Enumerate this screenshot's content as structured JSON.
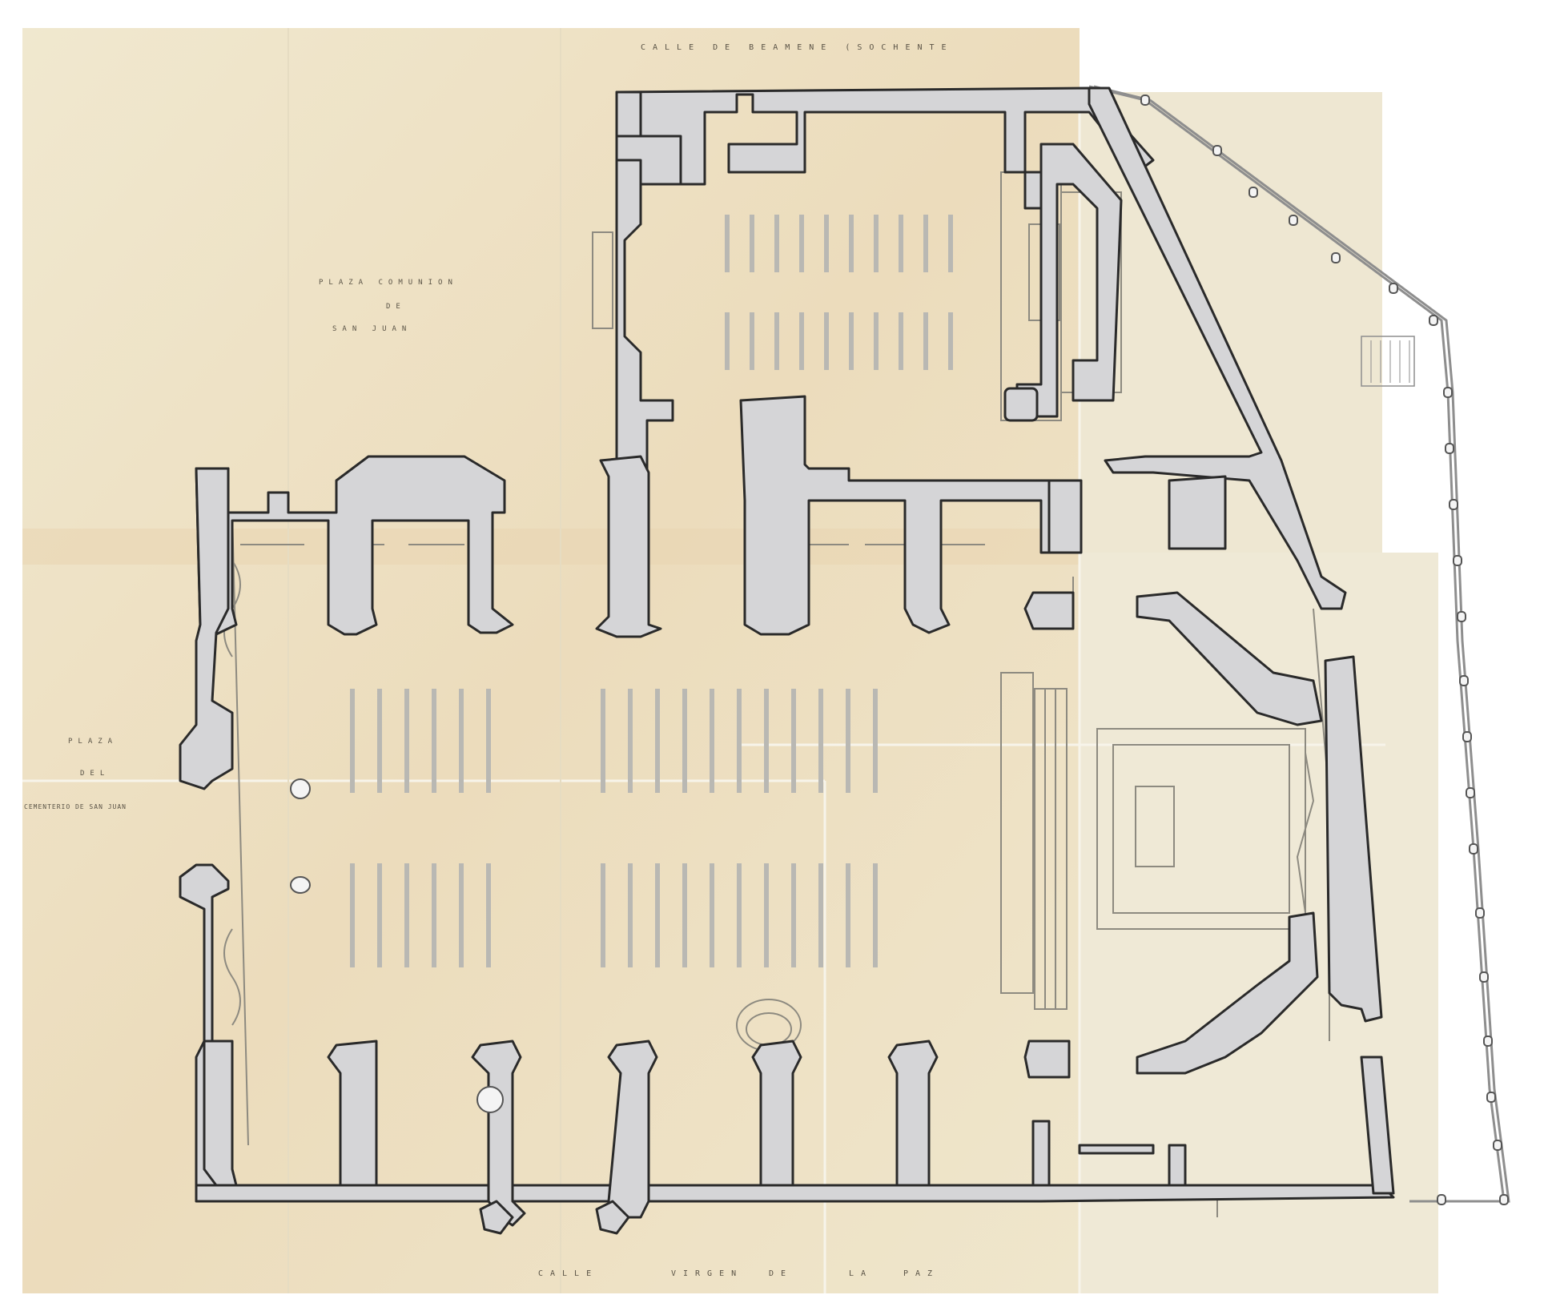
{
  "diagram": {
    "labels": {
      "top_street": "CALLE DE BEAMENE (SOCHENTE",
      "bottom_street_1": "CALLE",
      "bottom_street_2": "VIRGEN",
      "bottom_street_3": "DE",
      "bottom_street_4": "LA",
      "bottom_street_5": "PAZ",
      "plaza_north_1": "PLAZA COMUNION",
      "plaza_north_2": "DE",
      "plaza_north_3": "SAN JUAN",
      "plaza_west_1": "PLAZA",
      "plaza_west_2": "DEL",
      "plaza_west_3": "CEMENTERIO DE SAN JUAN"
    },
    "colors": {
      "paper": "#efe6cc",
      "paper_warm": "#ead9b8",
      "wall_fill": "#d5d5d7",
      "wall_stroke": "#2a2a2a",
      "pews": "#b9b8b3",
      "fence": "#8e8e8e"
    }
  }
}
